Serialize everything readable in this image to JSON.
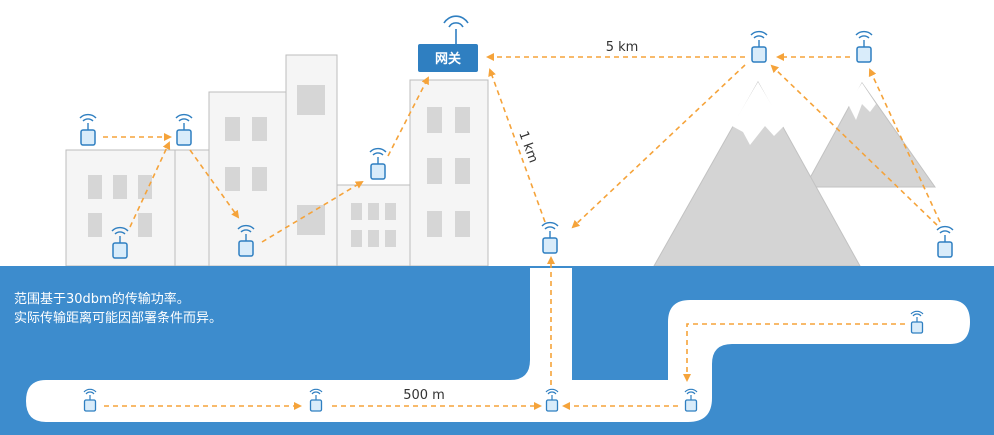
{
  "gateway": {
    "label": "网关"
  },
  "distances": {
    "mountain": "5 km",
    "building": "1 km",
    "tunnel": "500 m"
  },
  "note": {
    "line1": "范围基于30dbm的传输功率。",
    "line2": "实际传输距离可能因部署条件而异。"
  },
  "colors": {
    "ground_blue": "#3d8ccd",
    "gateway_blue": "#2f7fc1",
    "arrow_orange": "#f5a33a",
    "node_fill": "#d9ecfa",
    "node_stroke": "#2f7fc1",
    "building_fill": "#f5f5f5",
    "building_stroke": "#bdbdbd",
    "window_gray": "#d6d6d6",
    "mountain_gray": "#d4d4d4"
  }
}
